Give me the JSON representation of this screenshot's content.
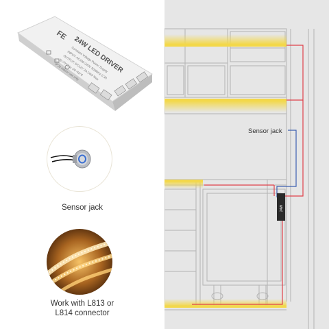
{
  "driver": {
    "title": "24W LED DRIVER",
    "fe_mark": "FE",
    "spec_lines": [
      "Constant Voltage Power Supply",
      "INPUT: AC100-240V 50/60Hz 0.3A",
      "OUTPUT: DC12V 2A 24W Max",
      "Tc:70°C  ta:-20~50°C",
      "IP20  Indoor use only"
    ]
  },
  "sensor_caption": "Sensor jack",
  "strip_caption": {
    "line1": "Work with L813 or",
    "line2": "L814 connector"
  },
  "diagram": {
    "sensor_jack_label": "Sensor jack",
    "driver_label": "24W",
    "colors": {
      "light": "#f3d84a",
      "wire_red": "#e0404a",
      "wire_blue": "#3d5fb0",
      "cabinet_line": "#b3b3b3"
    }
  }
}
